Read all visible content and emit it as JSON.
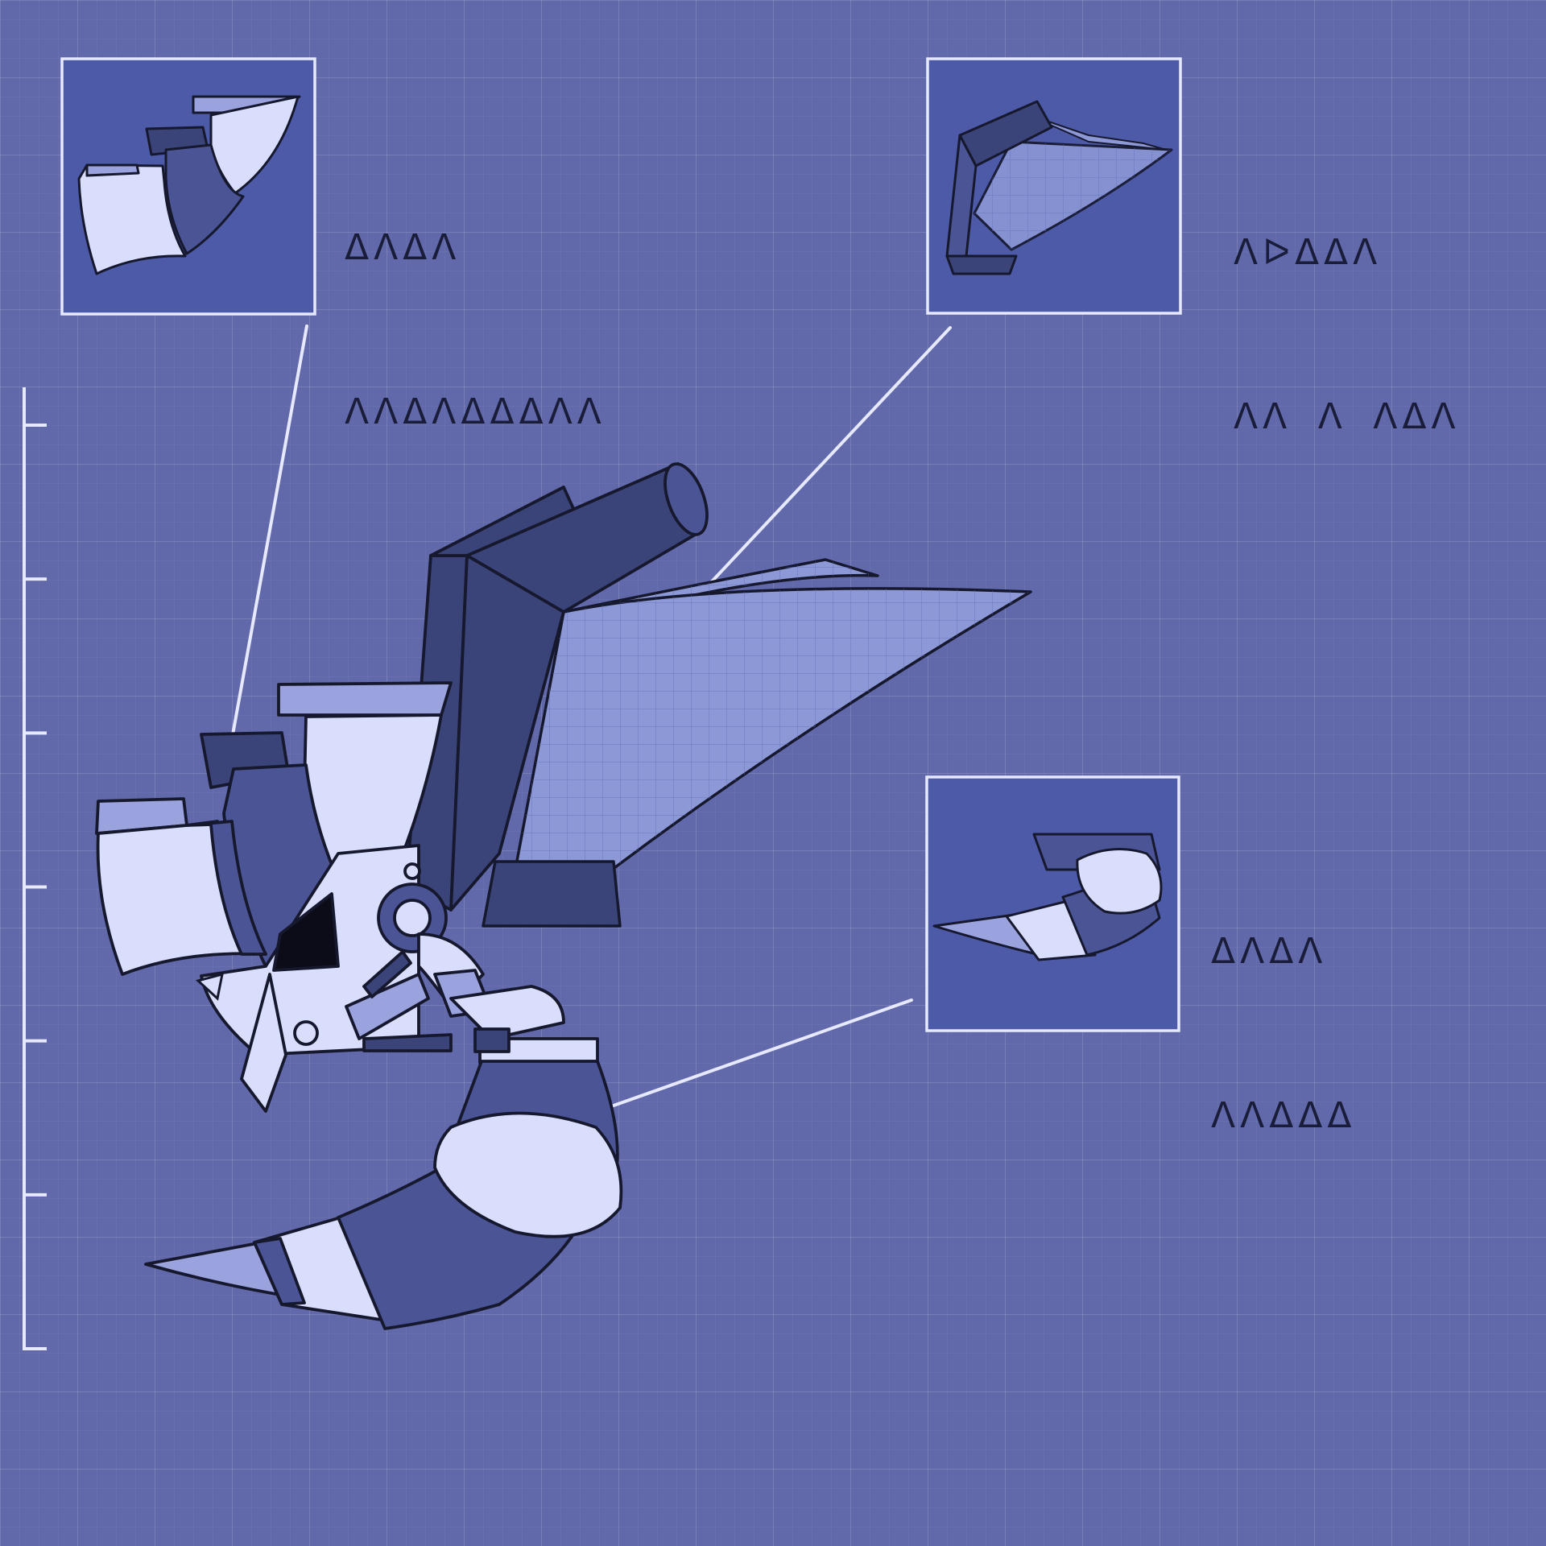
{
  "colors": {
    "background": "#6169ab",
    "inset_fill": "#4d5aa8",
    "frame": "#e6e9ff",
    "outline": "#16182e",
    "plate_light": "#d9defc",
    "plate_mid": "#9aa3de",
    "plate_dark": "#4b5596",
    "plate_deep": "#3b4479",
    "membrane": "#8d98d6"
  },
  "captions": {
    "part_1": {
      "line1": "ᐃᐱᐃᐱ",
      "line2": "ᐱᐱᐃᐱᐃᐃᐃᐱᐱ"
    },
    "part_2": {
      "line1": "ᐱᐅᐃᐃᐱ",
      "line2": "ᐱᐱ ᐱ ᐱᐃᐱ"
    },
    "part_3": {
      "line1": "ᐃᐱᐃᐱ",
      "line2": "ᐱᐱᐃᐃᐃ"
    }
  },
  "scale_ruler": {
    "ticks": 7
  }
}
